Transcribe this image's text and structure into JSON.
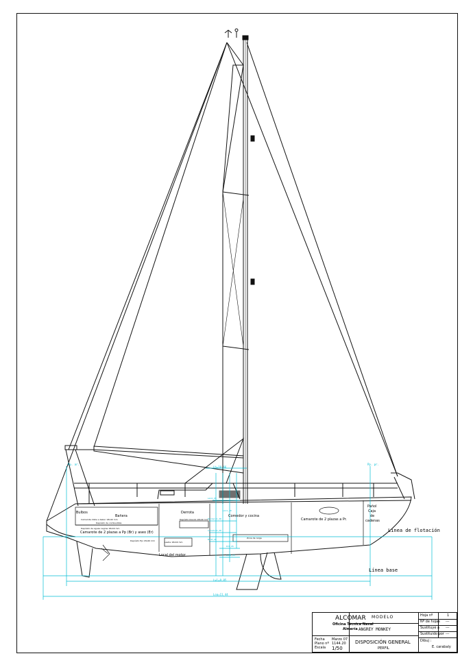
{
  "labels": {
    "bulbos": "Bulbos",
    "bañera": "Bañera",
    "derrota": "Derrota",
    "comedor": "Comedor y cocina",
    "camarote_pr": "Camarote de 2 plazas a Pr.",
    "pañol": "Pañol",
    "caja": "Caja",
    "de": "de",
    "cadenas": "cadenas",
    "camarote_pp": "Camarote de 2 plazas a Pp (Br) y aseo (Er)",
    "local_motor": "Local del motor",
    "linea_flotacion": "Línea de flotación",
    "linea_base": "Línea base",
    "small_1": "Camarote doble a babor 18x40 mm",
    "small_2": "Depósito de combustible",
    "small_3": "Depósito de aguas negras 18x40 mm",
    "small_4": "Depósito blando 18x40 mm",
    "small_5": "Depósito fijo 18x40 mm",
    "small_6": "Lastre 18x40 mm",
    "small_7": "Zona de carga"
  },
  "dimensions": {
    "lwl": "Lwl=9,85",
    "loa": "Loa=11,44",
    "lh": "Lh=10,66",
    "pp_left": "Pp. ar.",
    "pp_right": "Pp. pr.",
    "c1": "Lm=2,95",
    "c2": "Puntal=1,30",
    "c3": "Calado=2,20",
    "c4": "Dm=0,20",
    "c5": "D=0,65",
    "c6": "Lm=0,55",
    "c7": "Lm=1,40"
  },
  "title_block": {
    "company": "ALCOMAR",
    "office_line1": "Oficina Técnica Naval",
    "office_line2": "Almería",
    "fecha_label": "Fecha",
    "fecha_value": "Marzo 07",
    "plano_label": "Plano nº",
    "plano_value": "1144.20",
    "escala_label": "Escala",
    "escala_value": "1/50",
    "modelo_label": "MODELO",
    "modelo_value": "ANGREY MONKEY",
    "drawing_title": "DISPOSICIÓN GENERAL",
    "drawing_subtitle": "PERFIL",
    "hoja_label": "Hoja nº",
    "hoja_value": "1",
    "nhojas_label": "Nº de hojas",
    "nhojas_value": "---",
    "sustituye_label": "Sustituye a",
    "sustituye_value": "---",
    "sustituido_label": "Sustituido por",
    "sustituido_value": "---",
    "dibujo_label": "Dibuj :",
    "dibujo_value": "E. carabaly"
  },
  "colors": {
    "line": "#111111",
    "dimension": "#00bcd4",
    "logo_orange": "#f39200",
    "logo_blue": "#1f6fb2"
  }
}
